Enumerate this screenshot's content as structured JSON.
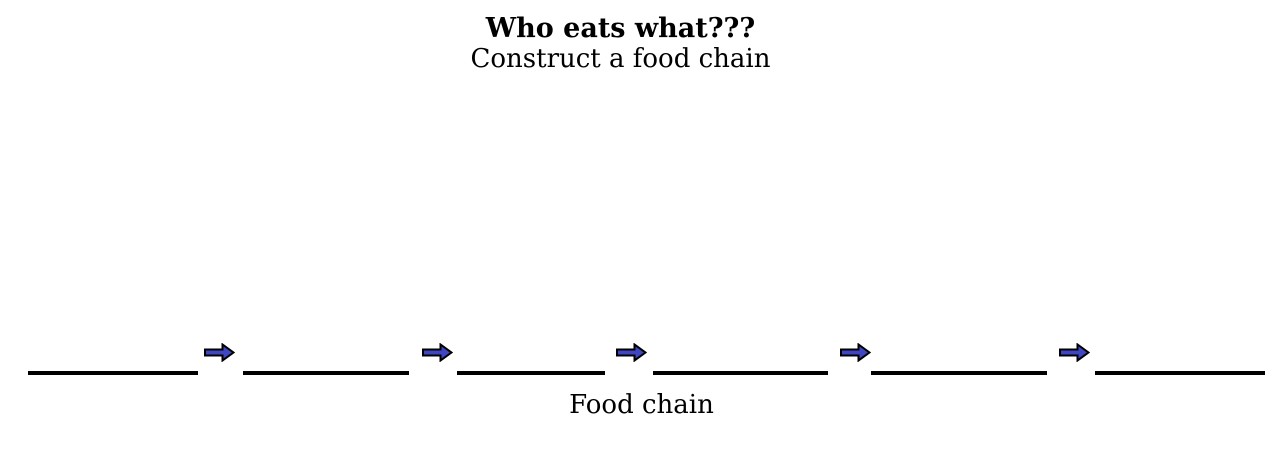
{
  "header": {
    "title": "Who eats what???",
    "subtitle": "Construct a food chain"
  },
  "diagram": {
    "label": "Food chain",
    "blank_count": 6,
    "arrow_count": 5,
    "arrow_icon": "right-block-arrow",
    "colors": {
      "background": "#FFFFFF",
      "blank_line": "#000000",
      "arrow_fill": "#3F46C2",
      "arrow_outline": "#000000"
    }
  }
}
